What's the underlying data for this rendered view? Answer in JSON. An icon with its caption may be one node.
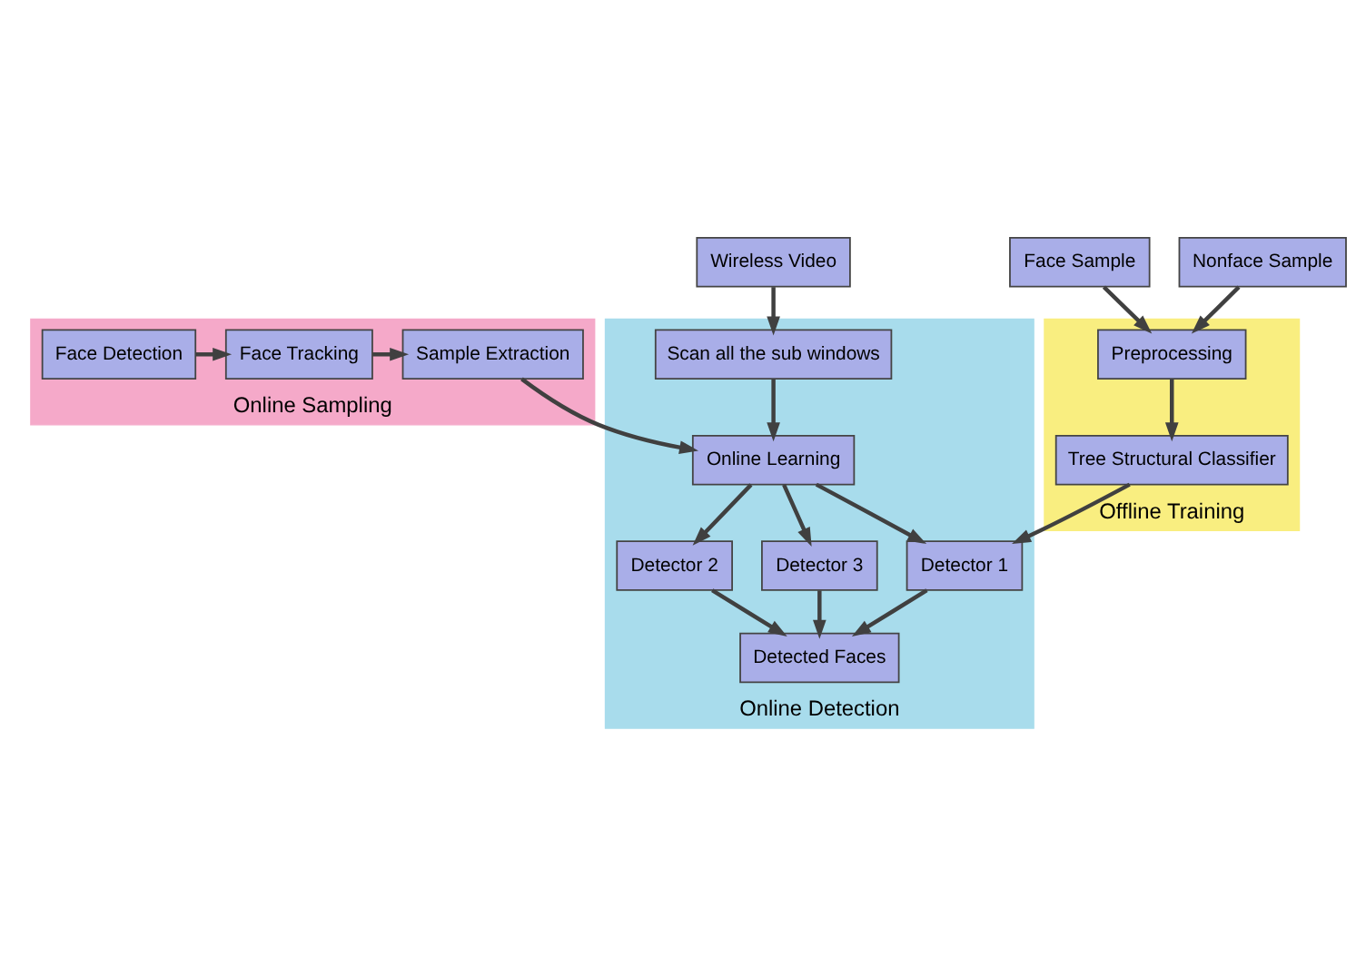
{
  "diagram": {
    "nodes": [
      {
        "text": [
          "Online Sampling"
        ]
      },
      {
        "text": [
          "Face Detection"
        ],
        "in": 0
      },
      {
        "text": [
          "Face Tracking"
        ],
        "in": 0
      },
      {
        "text": [
          "Sample Extraction"
        ],
        "in": 0
      },
      {
        "text": [
          "Wireless Video"
        ]
      },
      {
        "text": [
          "Face Sample"
        ]
      },
      {
        "text": [
          "Nonface Sample"
        ]
      },
      {
        "text": [
          "Offline Training"
        ]
      },
      {
        "text": [
          "Preprocessing"
        ],
        "in": 7
      },
      {
        "text": [
          "Tree Structural Classifier"
        ],
        "in": 7
      },
      {
        "text": [
          "Online Detection"
        ]
      },
      {
        "text": [
          "Scan all the sub windows"
        ],
        "in": 10
      },
      {
        "text": [
          "Online Learning"
        ],
        "in": 10
      },
      {
        "text": [
          "Detector 1"
        ],
        "in": 10
      },
      {
        "text": [
          "Detector 2"
        ],
        "in": 10
      },
      {
        "text": [
          "Detector 3"
        ],
        "in": 10
      },
      {
        "text": [
          "Detected Faces"
        ],
        "in": 10
      }
    ],
    "edges": [
      {
        "from": 1,
        "to": 2,
        "arrow": "to"
      },
      {
        "from": 2,
        "to": 3,
        "arrow": "to"
      },
      {
        "from": 3,
        "to": 12,
        "arrow": "to"
      },
      {
        "from": 4,
        "to": 11,
        "arrow": "to"
      },
      {
        "from": 11,
        "to": 12,
        "arrow": "to"
      },
      {
        "from": 5,
        "to": 8,
        "arrow": "to"
      },
      {
        "from": 6,
        "to": 8,
        "arrow": "to"
      },
      {
        "from": 8,
        "to": 9,
        "arrow": "to"
      },
      {
        "from": 9,
        "to": 13,
        "arrow": "to"
      },
      {
        "from": 12,
        "to": 13,
        "arrow": "to"
      },
      {
        "from": 12,
        "to": 14,
        "arrow": "to"
      },
      {
        "from": 12,
        "to": 15,
        "arrow": "to"
      },
      {
        "from": 13,
        "to": 16,
        "arrow": "to"
      },
      {
        "from": 14,
        "to": 16,
        "arrow": "to"
      },
      {
        "from": 15,
        "to": 16,
        "arrow": "to"
      }
    ]
  }
}
